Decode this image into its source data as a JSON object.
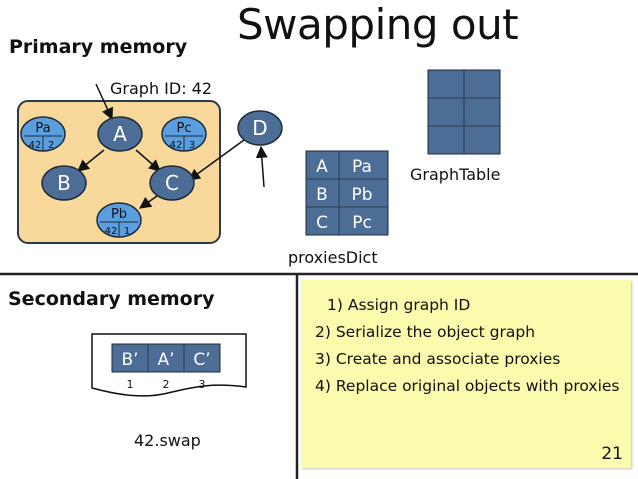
{
  "title": "Swapping out",
  "primary_memory": {
    "heading": "Primary memory",
    "graph_id_label": "Graph ID: 42",
    "nodes": {
      "a": "A",
      "b": "B",
      "c": "C",
      "d": "D"
    },
    "proxies": {
      "pa": {
        "name": "Pa",
        "graph_id": "42",
        "index": "2"
      },
      "pc": {
        "name": "Pc",
        "graph_id": "42",
        "index": "3"
      },
      "pb": {
        "name": "Pb",
        "graph_id": "42",
        "index": "1"
      }
    },
    "proxies_dict": {
      "label": "proxiesDict",
      "rows": [
        {
          "key": "A",
          "value": "Pa"
        },
        {
          "key": "B",
          "value": "Pb"
        },
        {
          "key": "C",
          "value": "Pc"
        }
      ]
    },
    "graph_table": {
      "label": "GraphTable"
    }
  },
  "secondary_memory": {
    "heading": "Secondary memory",
    "swap_file": {
      "cells": [
        "B’",
        "A’",
        "C’"
      ],
      "indices": [
        "1",
        "2",
        "3"
      ],
      "label": "42.swap"
    }
  },
  "steps": [
    "1) Assign graph ID",
    "2) Serialize the object graph",
    "3) Create and associate proxies",
    "4) Replace original objects with proxies"
  ],
  "page_number": "21",
  "colors": {
    "node_fill": "#4c6d95",
    "node_stroke": "#1e2a3a",
    "proxy_fill": "#5a9ede",
    "graph_box_fill": "#f9d99b",
    "graph_box_stroke": "#2a3a4a",
    "note_fill": "#fbfbae"
  }
}
